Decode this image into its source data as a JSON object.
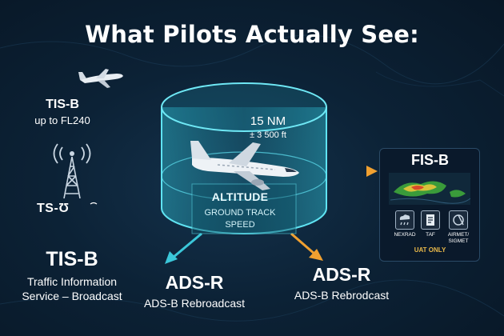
{
  "title": "What Pilots Actually See:",
  "tisb_top": {
    "label": "TIS-B",
    "sublabel": "up to FL240"
  },
  "tower": {
    "label": "TS-Ʊ"
  },
  "tisb_bottom": {
    "label": "TIS-B",
    "line1": "Traffic Information",
    "line2": "Service – Broadcast"
  },
  "cylinder": {
    "range": "15 NM",
    "altitude_range": "± 3 500 ft",
    "heading": "ALTITUDE",
    "line1": "GROUND TRACK",
    "line2": "SPEED"
  },
  "adsr_left": {
    "label": "ADS-R",
    "sublabel": "ADS-B Rebroadcast"
  },
  "adsr_right": {
    "label": "ADS-R",
    "sublabel": "ADS-B Rebrodcast"
  },
  "fisb": {
    "label": "FIS-B",
    "items": [
      {
        "label": "NEXRAD",
        "icon": "cloud-rain-icon"
      },
      {
        "label": "TAF",
        "icon": "document-icon"
      },
      {
        "label": "AIRMET/ SIGMET",
        "icon": "warning-icon"
      }
    ],
    "footer": "UAT ONLY"
  },
  "colors": {
    "teal": "#3bc7d9",
    "orange": "#f0a030",
    "background": "#0c2236"
  }
}
